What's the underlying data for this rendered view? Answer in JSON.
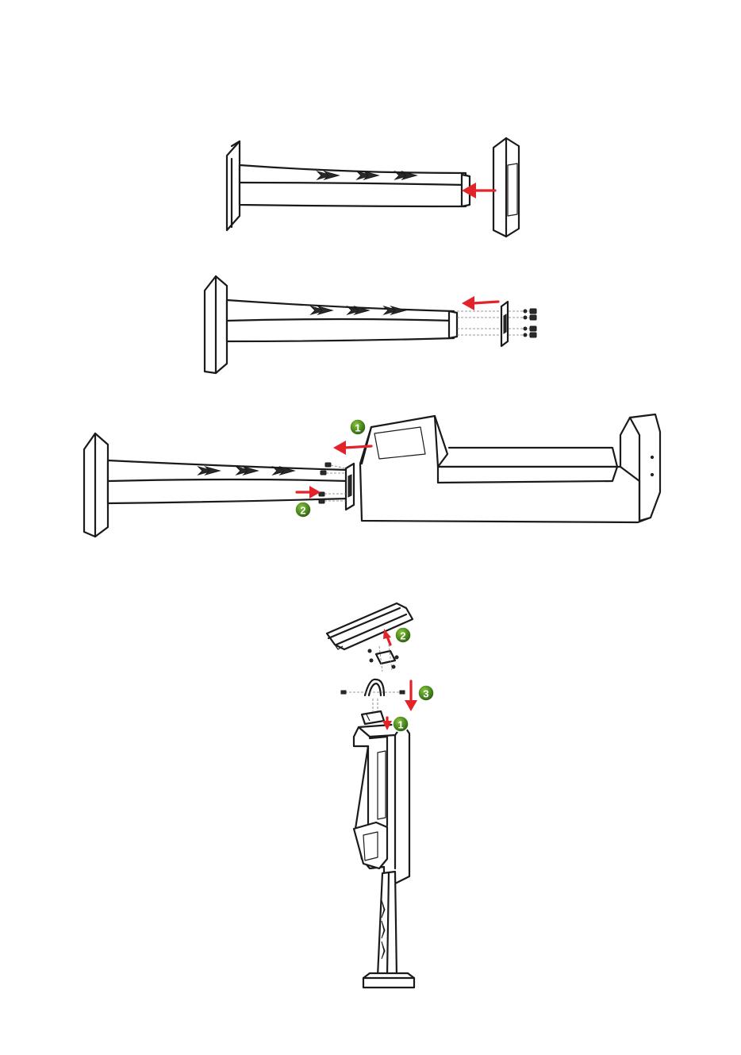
{
  "colors": {
    "line": "#1a1a1a",
    "arrow": "#e2232a",
    "badge": "#4b8a1f"
  },
  "icons": [
    "chevron-marks",
    "red-arrow",
    "green-step-badge"
  ],
  "step3": {
    "badges": {
      "b1": "1",
      "b2": "2"
    }
  },
  "step4": {
    "badges": {
      "b1": "1",
      "b2": "2",
      "b3": "3"
    }
  }
}
